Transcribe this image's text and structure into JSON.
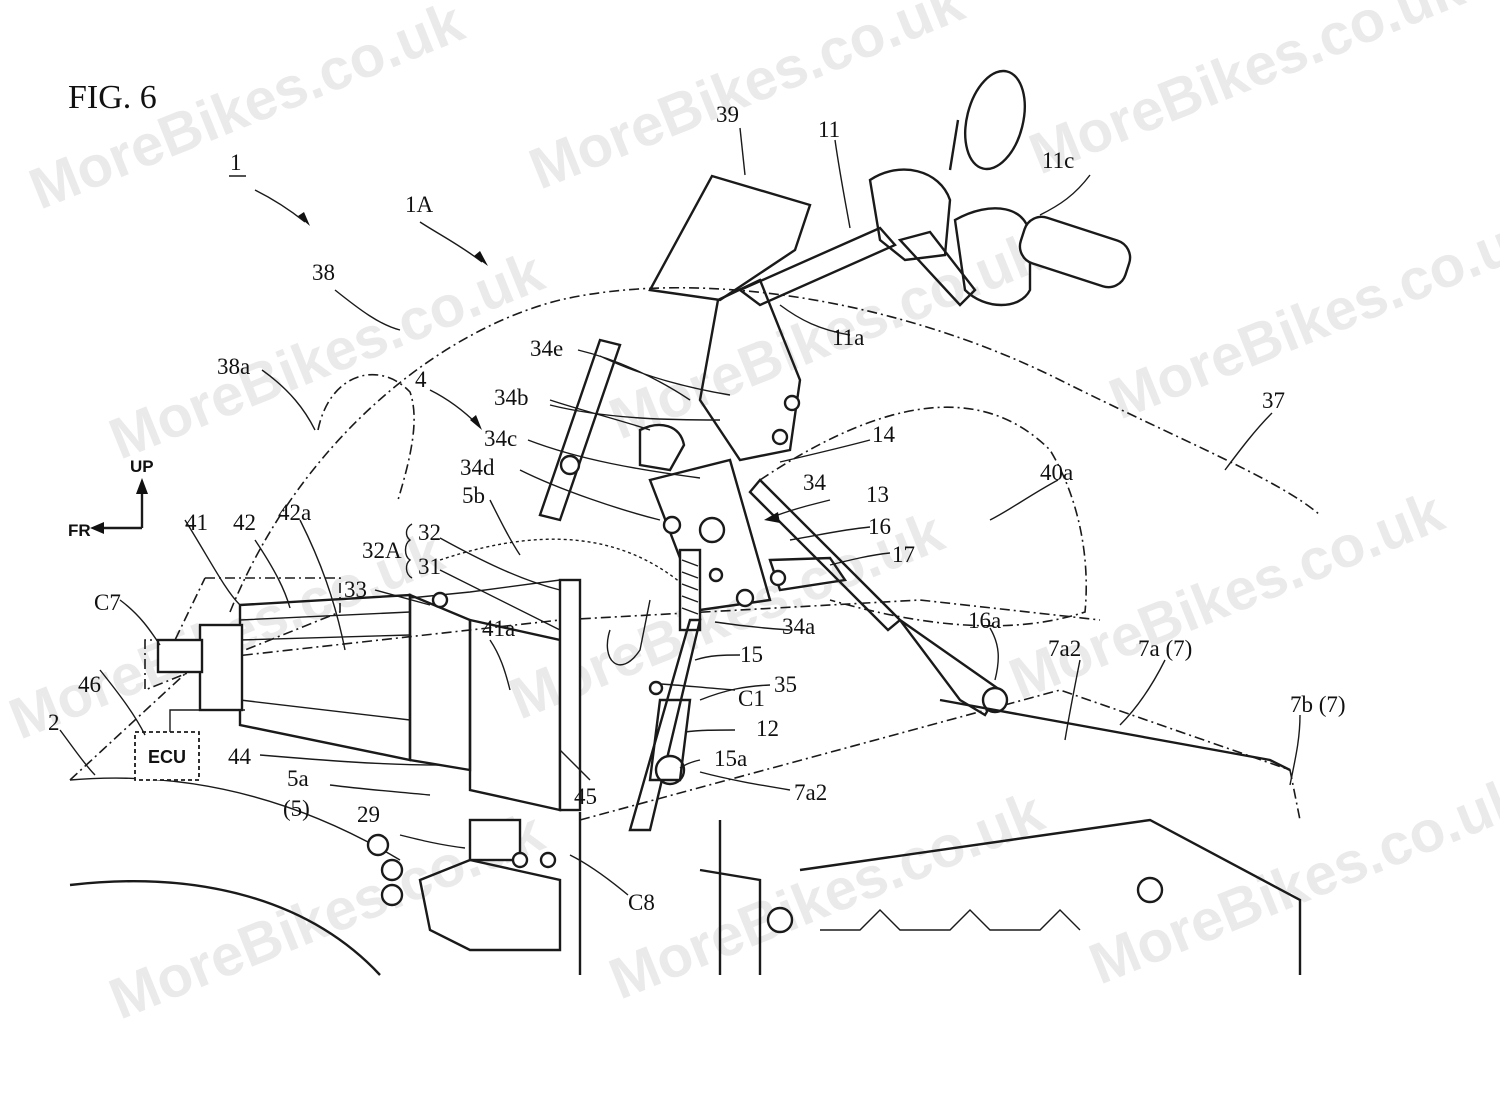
{
  "figure": {
    "title": "FIG. 6",
    "watermark": "MoreBikes.co.uk",
    "ecu_label": "ECU",
    "direction": {
      "up": "UP",
      "front": "FR"
    }
  },
  "labels": [
    {
      "id": "1",
      "text": "1"
    },
    {
      "id": "1A",
      "text": "1A"
    },
    {
      "id": "38",
      "text": "38"
    },
    {
      "id": "38a",
      "text": "38a"
    },
    {
      "id": "39",
      "text": "39"
    },
    {
      "id": "11",
      "text": "11"
    },
    {
      "id": "11c",
      "text": "11c"
    },
    {
      "id": "11a",
      "text": "11a"
    },
    {
      "id": "34e",
      "text": "34e"
    },
    {
      "id": "34b",
      "text": "34b"
    },
    {
      "id": "34c",
      "text": "34c"
    },
    {
      "id": "34d",
      "text": "34d"
    },
    {
      "id": "14",
      "text": "14"
    },
    {
      "id": "37",
      "text": "37"
    },
    {
      "id": "4",
      "text": "4"
    },
    {
      "id": "5b",
      "text": "5b"
    },
    {
      "id": "34",
      "text": "34"
    },
    {
      "id": "13",
      "text": "13"
    },
    {
      "id": "40a",
      "text": "40a"
    },
    {
      "id": "16",
      "text": "16"
    },
    {
      "id": "17",
      "text": "17"
    },
    {
      "id": "41",
      "text": "41"
    },
    {
      "id": "42",
      "text": "42"
    },
    {
      "id": "42a",
      "text": "42a"
    },
    {
      "id": "32",
      "text": "32"
    },
    {
      "id": "32A",
      "text": "32A"
    },
    {
      "id": "31",
      "text": "31"
    },
    {
      "id": "33",
      "text": "33"
    },
    {
      "id": "C7",
      "text": "C7"
    },
    {
      "id": "41a",
      "text": "41a"
    },
    {
      "id": "34a",
      "text": "34a"
    },
    {
      "id": "16a",
      "text": "16a"
    },
    {
      "id": "7a2_top",
      "text": "7a2"
    },
    {
      "id": "7a",
      "text": "7a (7)"
    },
    {
      "id": "15",
      "text": "15"
    },
    {
      "id": "46",
      "text": "46"
    },
    {
      "id": "C1",
      "text": "C1"
    },
    {
      "id": "35",
      "text": "35"
    },
    {
      "id": "7b",
      "text": "7b (7)"
    },
    {
      "id": "2",
      "text": "2"
    },
    {
      "id": "12",
      "text": "12"
    },
    {
      "id": "44",
      "text": "44"
    },
    {
      "id": "15a",
      "text": "15a"
    },
    {
      "id": "5a",
      "text": "5a"
    },
    {
      "id": "5",
      "text": "(5)"
    },
    {
      "id": "45",
      "text": "45"
    },
    {
      "id": "7a2_bottom",
      "text": "7a2"
    },
    {
      "id": "29",
      "text": "29"
    },
    {
      "id": "C8",
      "text": "C8"
    }
  ]
}
